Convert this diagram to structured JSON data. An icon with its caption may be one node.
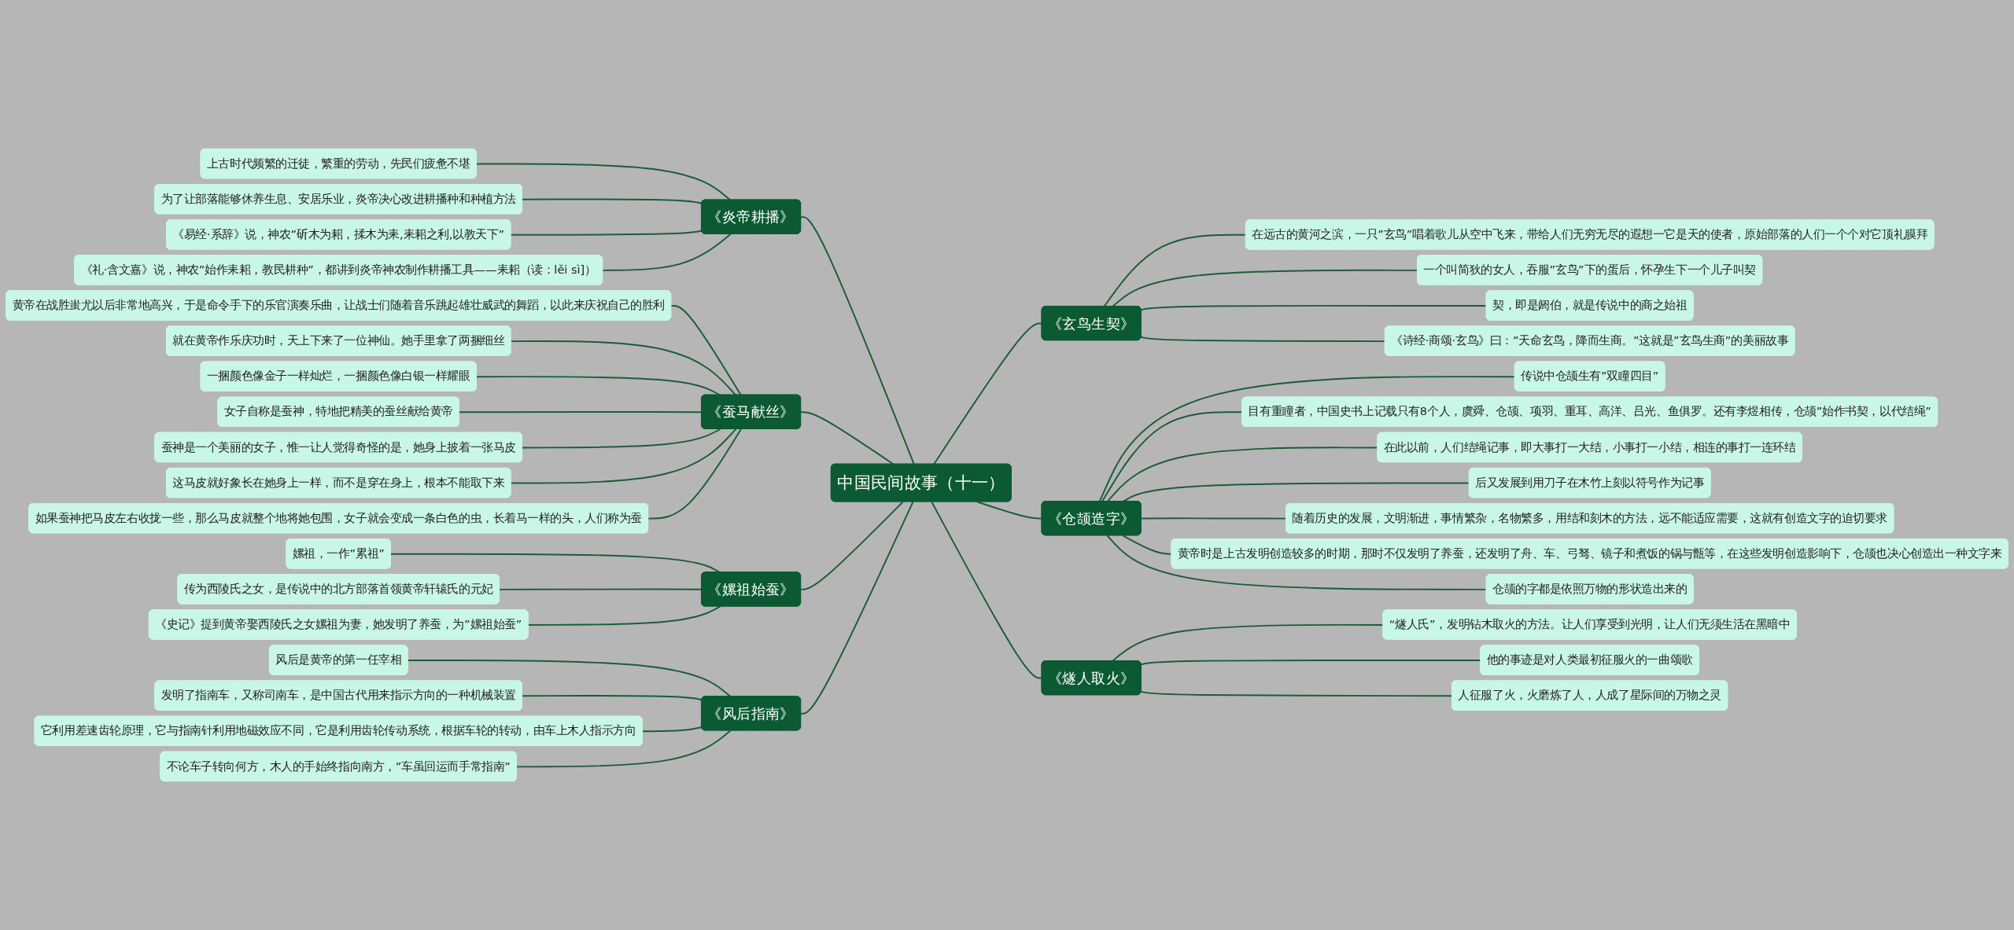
{
  "diagram": {
    "nodes": [
      {
        "text": [
          "中国民间故事（十一）"
        ]
      },
      {
        "text": [
          "《炎帝耕播》"
        ]
      },
      {
        "text": [
          "上古时代频繁的迁徒，繁重的劳动，先民们疲惫不堪"
        ]
      },
      {
        "text": [
          "为了让部落能够休养生息、安居乐业，炎帝决心改进耕播种和种植方法"
        ]
      },
      {
        "text": [
          "《易经·系辞》说，神农”斫木为耜，揉木为耒,耒耜之利,以教天下”"
        ]
      },
      {
        "text": [
          "《礼·含文嘉》说，神农”始作耒耜，教民耕种”，都讲到炎帝神农制作耕播工具——耒耜（读：lěi sì]）"
        ]
      },
      {
        "text": [
          "《蚕马献丝》"
        ]
      },
      {
        "text": [
          "黄帝在战胜蚩尤以后非常地高兴，于是命令手下的乐官演奏乐曲，让战士们随着音乐跳起雄壮威武的舞蹈，以此来庆祝自己的胜利"
        ]
      },
      {
        "text": [
          "就在黄帝作乐庆功时，天上下来了一位神仙。她手里拿了两捆细丝"
        ]
      },
      {
        "text": [
          "一捆颜色像金子一样灿烂，一捆颜色像白银一样耀眼"
        ]
      },
      {
        "text": [
          "女子自称是蚕神，特地把精美的蚕丝献给黄帝"
        ]
      },
      {
        "text": [
          "蚕神是一个美丽的女子，惟一让人觉得奇怪的是，她身上披着一张马皮"
        ]
      },
      {
        "text": [
          "这马皮就好象长在她身上一样，而不是穿在身上，根本不能取下来"
        ]
      },
      {
        "text": [
          "如果蚕神把马皮左右收拢一些，那么马皮就整个地将她包围，女子就会变成一条白色的虫，长着马一样的头，人们称为蚕"
        ]
      },
      {
        "text": [
          "《嫘祖始蚕》"
        ]
      },
      {
        "text": [
          "嫘祖，一作”累祖”"
        ]
      },
      {
        "text": [
          "传为西陵氏之女，是传说中的北方部落首领黄帝轩辕氏的元妃"
        ]
      },
      {
        "text": [
          "《史记》提到黄帝娶西陵氏之女嫘祖为妻，她发明了养蚕，为”嫘祖始蚕”"
        ]
      },
      {
        "text": [
          "《风后指南》"
        ]
      },
      {
        "text": [
          "风后是黄帝的第一任宰相"
        ]
      },
      {
        "text": [
          "发明了指南车，又称司南车，是中国古代用来指示方向的一种机械装置"
        ]
      },
      {
        "text": [
          "它利用差速齿轮原理，它与指南针利用地磁效应不同，它是利用齿轮传动系统，根据车轮的转动，由车上木人指示方向"
        ]
      },
      {
        "text": [
          "不论车子转向何方，木人的手始终指向南方，”车虽回运而手常指南”"
        ]
      },
      {
        "text": [
          "《玄鸟生契》"
        ]
      },
      {
        "text": [
          "在远古的黄河之滨，一只”玄鸟”唱着歌儿从空中飞来，带给人们无穷无尽的遐想一它是天的使者，原始部落的人们一个个对它顶礼膜拜"
        ]
      },
      {
        "text": [
          "一个叫简狄的女人，吞服”玄鸟”下的蛋后，怀孕生下一个儿子叫契"
        ]
      },
      {
        "text": [
          "契，即是阏伯，就是传说中的商之始祖"
        ]
      },
      {
        "text": [
          "《诗经·商颂·玄鸟》曰：”天命玄鸟，降而生商。”这就是”玄鸟生商”的美丽故事"
        ]
      },
      {
        "text": [
          "《仓颉造字》"
        ]
      },
      {
        "text": [
          "传说中仓颉生有”双瞳四目”"
        ]
      },
      {
        "text": [
          "目有重瞳者，中国史书上记载只有8个人，虞舜、仓颉、项羽、重耳、高洋、吕光、鱼俱罗。还有李煜相传，仓颉”始作书契，以代结绳”"
        ]
      },
      {
        "text": [
          "在此以前，人们结绳记事，即大事打一大结，小事打一小结，相连的事打一连环结"
        ]
      },
      {
        "text": [
          "后又发展到用刀子在木竹上刻以符号作为记事"
        ]
      },
      {
        "text": [
          "随着历史的发展，文明渐进，事情繁杂，名物繁多，用结和刻木的方法，远不能适应需要，这就有创造文字的迫切要求"
        ]
      },
      {
        "text": [
          "黄帝时是上古发明创造较多的时期，那时不仅发明了养蚕，还发明了舟、车、弓驽、镜子和煮饭的锅与甑等，在这些发明创造影响下，仓颉也决心创造出一种文字来"
        ]
      },
      {
        "text": [
          "仓颉的字都是依照万物的形状造出来的"
        ]
      },
      {
        "text": [
          "《燧人取火》"
        ]
      },
      {
        "text": [
          "“燧人氏”，发明钻木取火的方法。让人们享受到光明，让人们无须生活在黑暗中"
        ]
      },
      {
        "text": [
          "他的事迹是对人类最初征服火的一曲颂歌"
        ]
      },
      {
        "text": [
          "人征服了火，火磨炼了人，人成了星际间的万物之灵"
        ]
      }
    ],
    "edges": [
      {
        "from": 1,
        "to": 0,
        "arrow": "none"
      },
      {
        "from": 2,
        "to": 1,
        "arrow": "none"
      },
      {
        "from": 3,
        "to": 1,
        "arrow": "none"
      },
      {
        "from": 4,
        "to": 1,
        "arrow": "none"
      },
      {
        "from": 5,
        "to": 1,
        "arrow": "none"
      },
      {
        "from": 6,
        "to": 0,
        "arrow": "none"
      },
      {
        "from": 7,
        "to": 6,
        "arrow": "none"
      },
      {
        "from": 8,
        "to": 6,
        "arrow": "none"
      },
      {
        "from": 9,
        "to": 6,
        "arrow": "none"
      },
      {
        "from": 10,
        "to": 6,
        "arrow": "none"
      },
      {
        "from": 11,
        "to": 6,
        "arrow": "none"
      },
      {
        "from": 12,
        "to": 6,
        "arrow": "none"
      },
      {
        "from": 13,
        "to": 6,
        "arrow": "none"
      },
      {
        "from": 14,
        "to": 0,
        "arrow": "none"
      },
      {
        "from": 15,
        "to": 14,
        "arrow": "none"
      },
      {
        "from": 16,
        "to": 14,
        "arrow": "none"
      },
      {
        "from": 17,
        "to": 14,
        "arrow": "none"
      },
      {
        "from": 18,
        "to": 0,
        "arrow": "none"
      },
      {
        "from": 19,
        "to": 18,
        "arrow": "none"
      },
      {
        "from": 20,
        "to": 18,
        "arrow": "none"
      },
      {
        "from": 21,
        "to": 18,
        "arrow": "none"
      },
      {
        "from": 22,
        "to": 18,
        "arrow": "none"
      },
      {
        "from": 0,
        "to": 23,
        "arrow": "none"
      },
      {
        "from": 23,
        "to": 24,
        "arrow": "none"
      },
      {
        "from": 23,
        "to": 25,
        "arrow": "none"
      },
      {
        "from": 23,
        "to": 26,
        "arrow": "none"
      },
      {
        "from": 23,
        "to": 27,
        "arrow": "none"
      },
      {
        "from": 0,
        "to": 28,
        "arrow": "none"
      },
      {
        "from": 28,
        "to": 29,
        "arrow": "none"
      },
      {
        "from": 28,
        "to": 30,
        "arrow": "none"
      },
      {
        "from": 28,
        "to": 31,
        "arrow": "none"
      },
      {
        "from": 28,
        "to": 32,
        "arrow": "none"
      },
      {
        "from": 28,
        "to": 33,
        "arrow": "none"
      },
      {
        "from": 28,
        "to": 34,
        "arrow": "none"
      },
      {
        "from": 28,
        "to": 35,
        "arrow": "none"
      },
      {
        "from": 0,
        "to": 36,
        "arrow": "none"
      },
      {
        "from": 36,
        "to": 37,
        "arrow": "none"
      },
      {
        "from": 36,
        "to": 38,
        "arrow": "none"
      },
      {
        "from": 36,
        "to": 39,
        "arrow": "none"
      }
    ]
  }
}
